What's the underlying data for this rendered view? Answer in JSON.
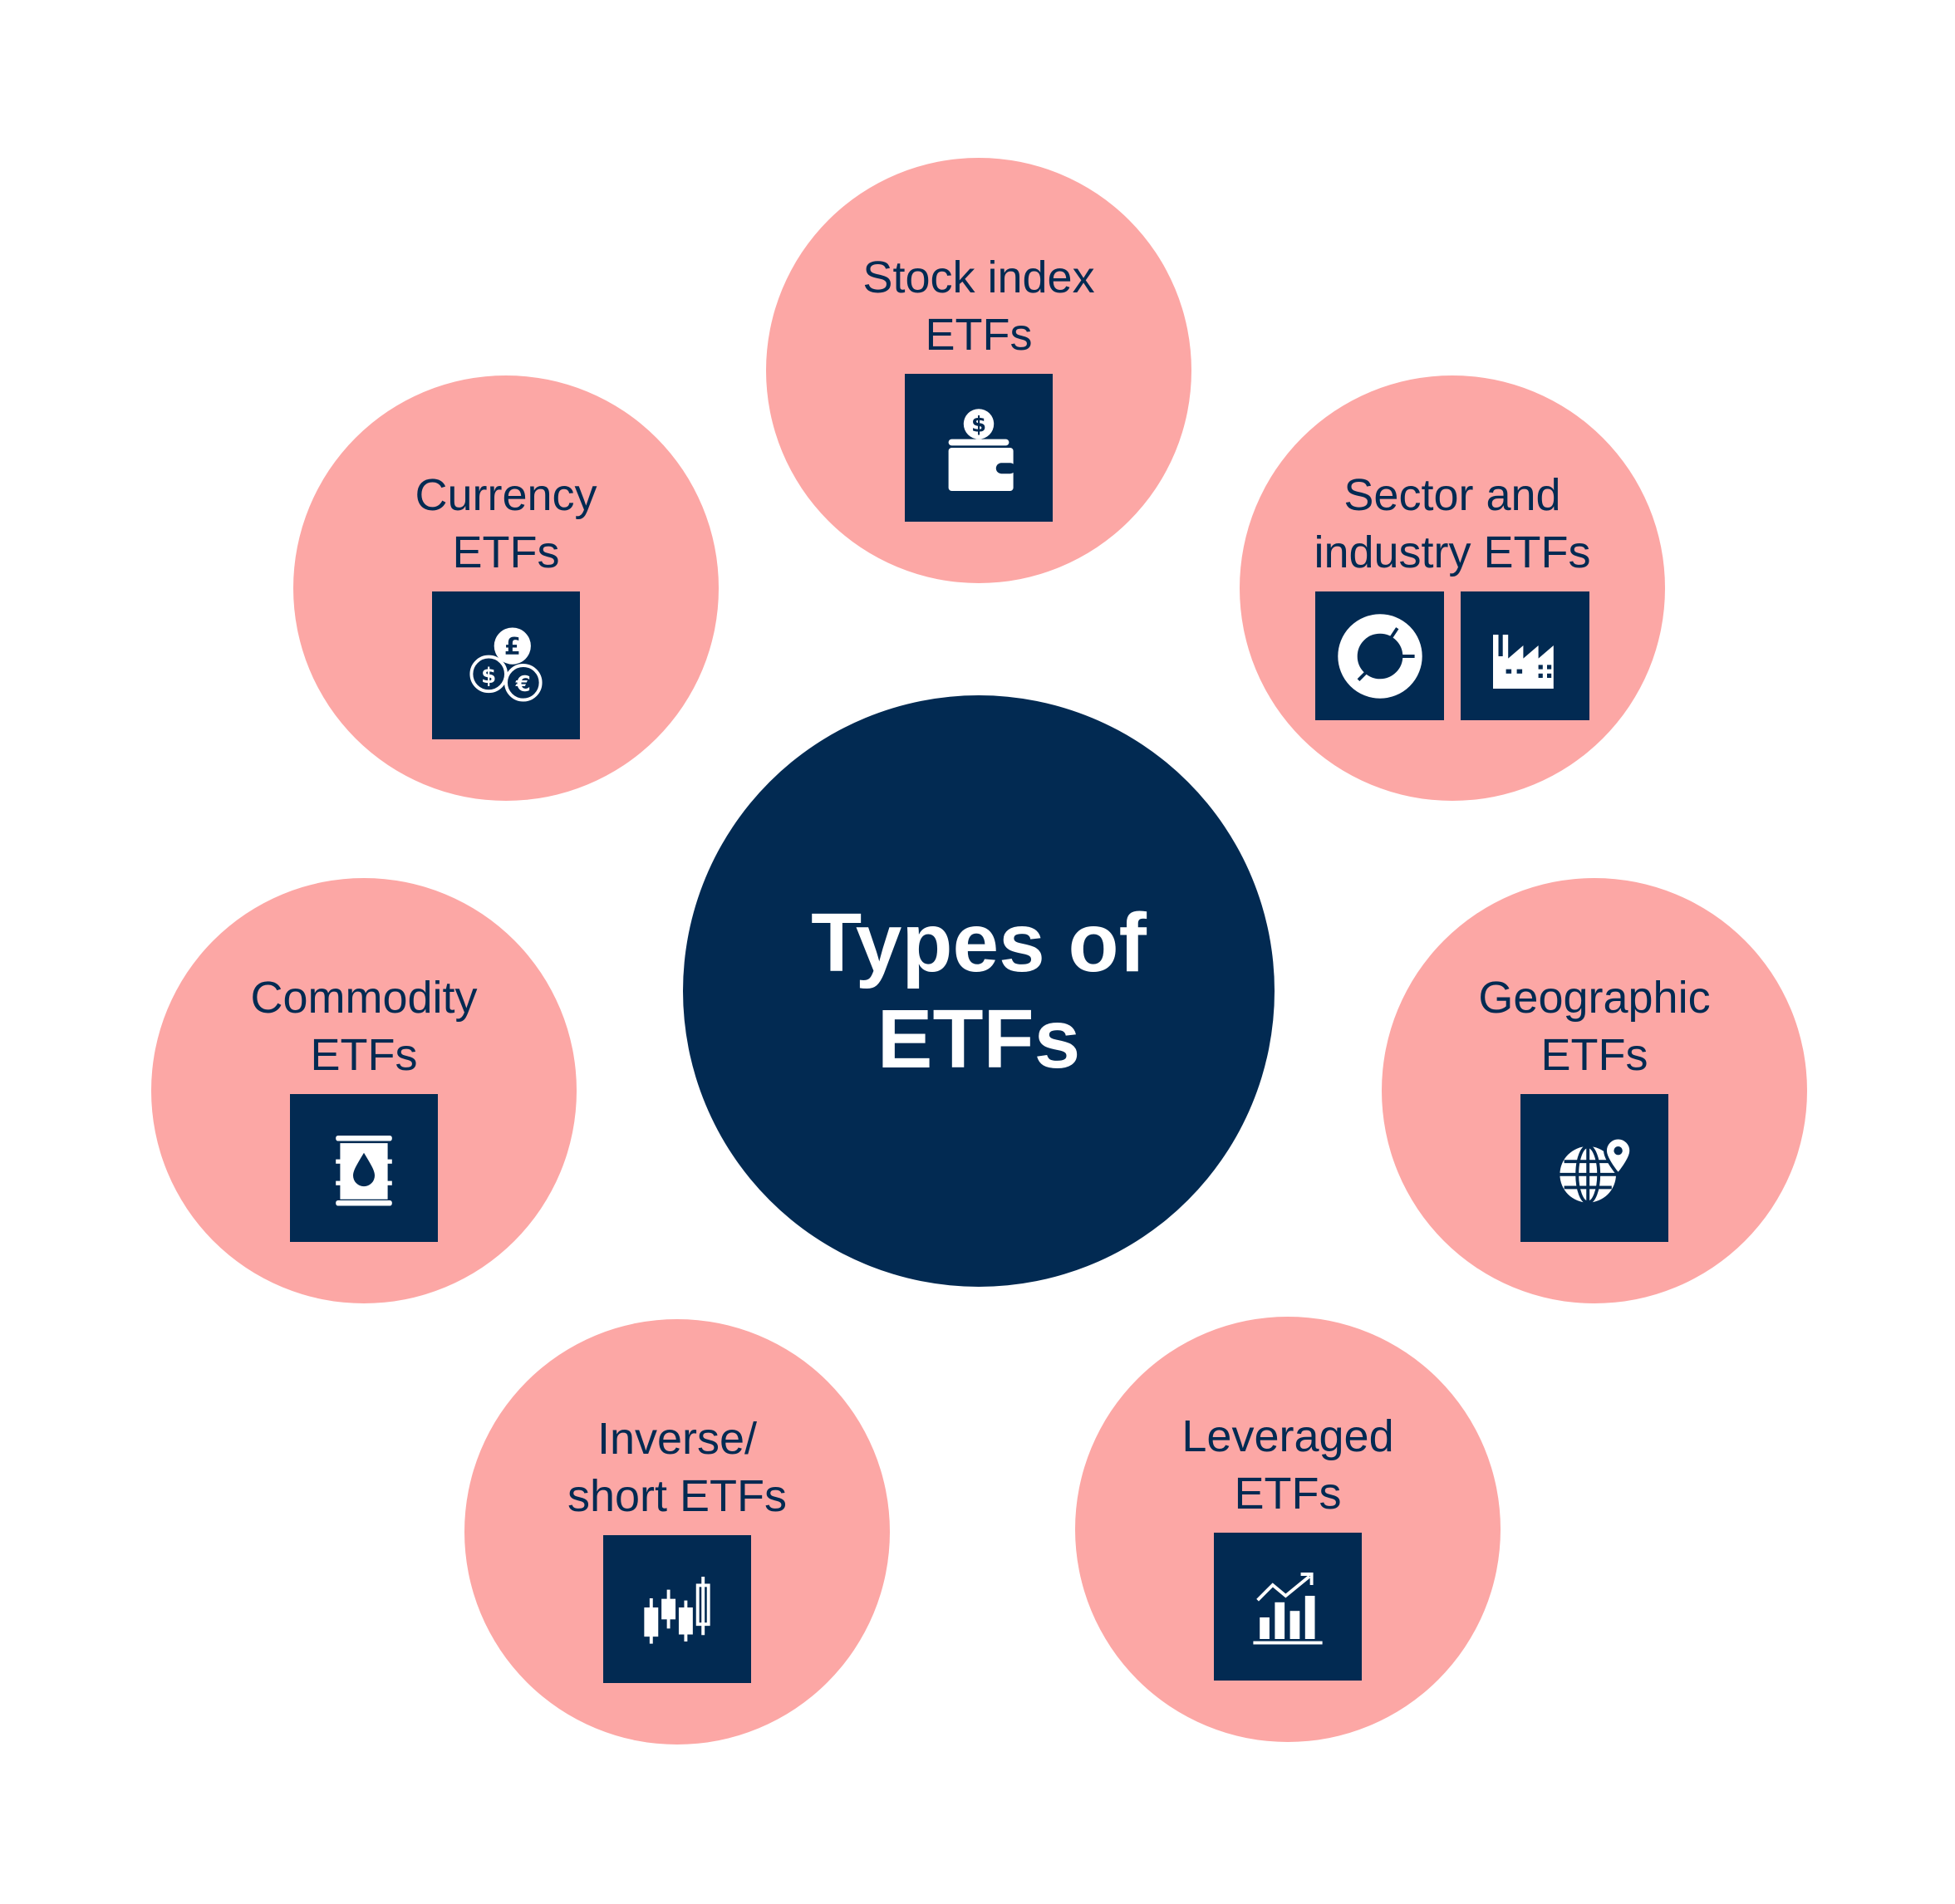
{
  "title": [
    "Types of",
    "ETFs"
  ],
  "colors": {
    "circle": "#FCA7A5",
    "navy": "#022A52",
    "icon": "#FFFFFF"
  },
  "types": [
    {
      "lines": [
        "Stock index",
        "ETFs"
      ],
      "icons": [
        "wallet-coin-icon"
      ]
    },
    {
      "lines": [
        "Currency",
        "ETFs"
      ],
      "icons": [
        "currency-coins-icon"
      ]
    },
    {
      "lines": [
        "Sector and",
        "industry ETFs"
      ],
      "icons": [
        "donut-chart-icon",
        "factory-icon"
      ]
    },
    {
      "lines": [
        "Commodity",
        "ETFs"
      ],
      "icons": [
        "oil-barrel-icon"
      ]
    },
    {
      "lines": [
        "Geographic",
        "ETFs"
      ],
      "icons": [
        "globe-pin-icon"
      ]
    },
    {
      "lines": [
        "Inverse/",
        "short ETFs"
      ],
      "icons": [
        "candlestick-icon"
      ]
    },
    {
      "lines": [
        "Leveraged",
        "ETFs"
      ],
      "icons": [
        "growth-chart-icon"
      ]
    }
  ]
}
